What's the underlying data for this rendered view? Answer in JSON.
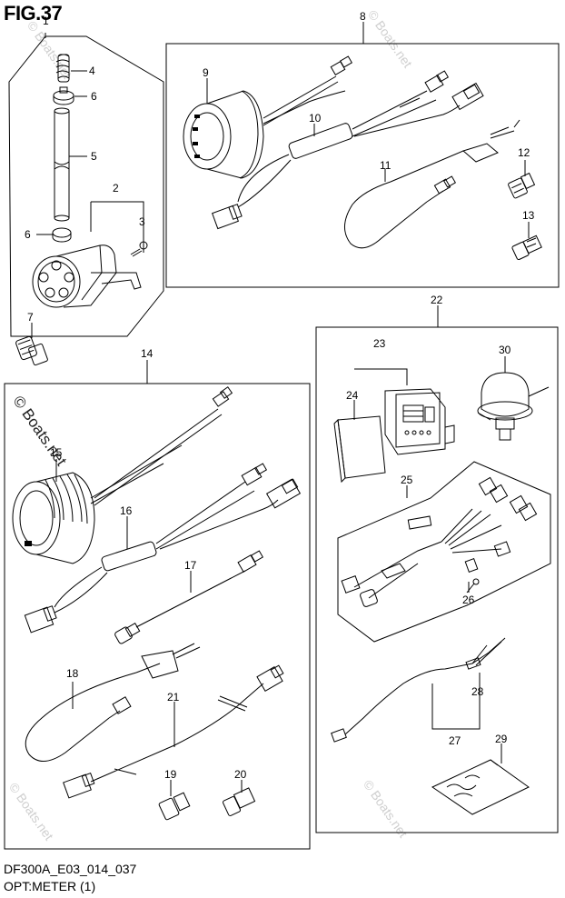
{
  "figure": {
    "title": "FIG.37",
    "code": "DF300A_E03_014_037",
    "caption": "OPT:METER (1)"
  },
  "watermark": "© Boats.net",
  "callouts": [
    "1",
    "2",
    "3",
    "4",
    "5",
    "6",
    "6",
    "7",
    "8",
    "9",
    "10",
    "11",
    "12",
    "13",
    "14",
    "15",
    "16",
    "17",
    "18",
    "19",
    "20",
    "21",
    "22",
    "23",
    "24",
    "25",
    "26",
    "27",
    "28",
    "29",
    "30"
  ]
}
